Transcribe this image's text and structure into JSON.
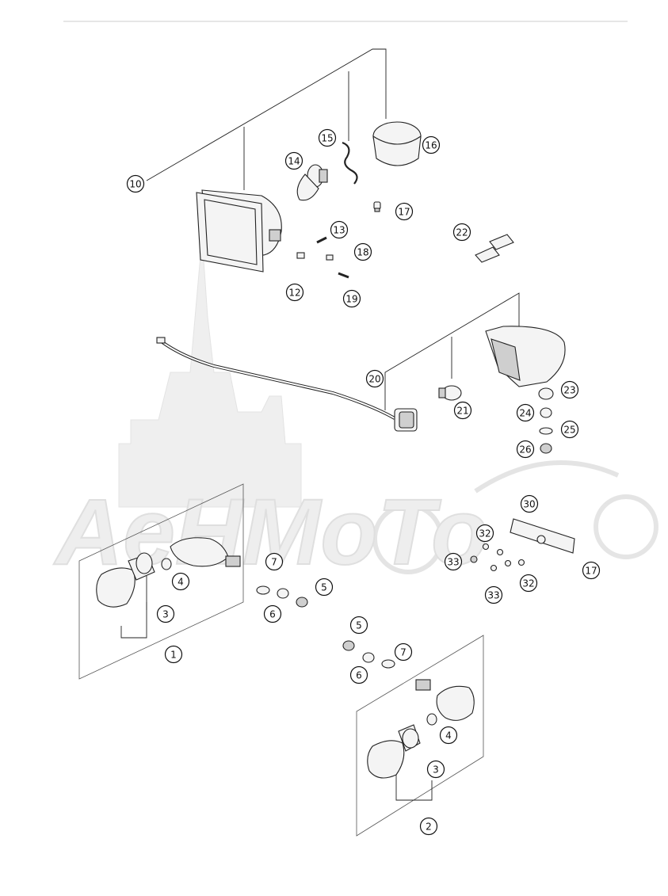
{
  "watermark": {
    "text": "AeHMoTo",
    "icon": "motorcycle-silhouette"
  },
  "callouts": {
    "c10": "10",
    "c14": "14",
    "c15": "15",
    "c16": "16",
    "c17a": "17",
    "c13": "13",
    "c18": "18",
    "c12": "12",
    "c19": "19",
    "c22": "22",
    "c20": "20",
    "c21": "21",
    "c23": "23",
    "c24": "24",
    "c25": "25",
    "c26": "26",
    "c30": "30",
    "c32a": "32",
    "c33a": "33",
    "c33b": "33",
    "c32b": "32",
    "c17b": "17",
    "c7a": "7",
    "c5a": "5",
    "c6a": "6",
    "c4a": "4",
    "c3a": "3",
    "c1": "1",
    "c5b": "5",
    "c7b": "7",
    "c6b": "6",
    "c4b": "4",
    "c3b": "3",
    "c2": "2"
  }
}
